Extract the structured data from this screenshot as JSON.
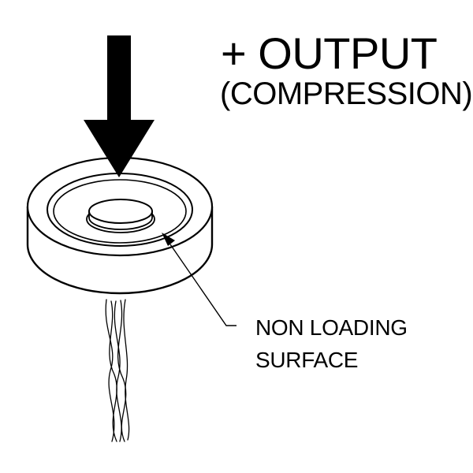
{
  "title": "+ OUTPUT",
  "subtitle": "(COMPRESSION)",
  "callout": {
    "line1": "NON LOADING",
    "line2": "SURFACE"
  },
  "icons": {
    "force_arrow": "arrow-down-icon",
    "load_cell": "load-cell-icon",
    "lead_wires": "twisted-wires-icon",
    "leader_line": "leader-arrow-icon"
  },
  "colors": {
    "ink": "#000000",
    "background": "#ffffff"
  }
}
